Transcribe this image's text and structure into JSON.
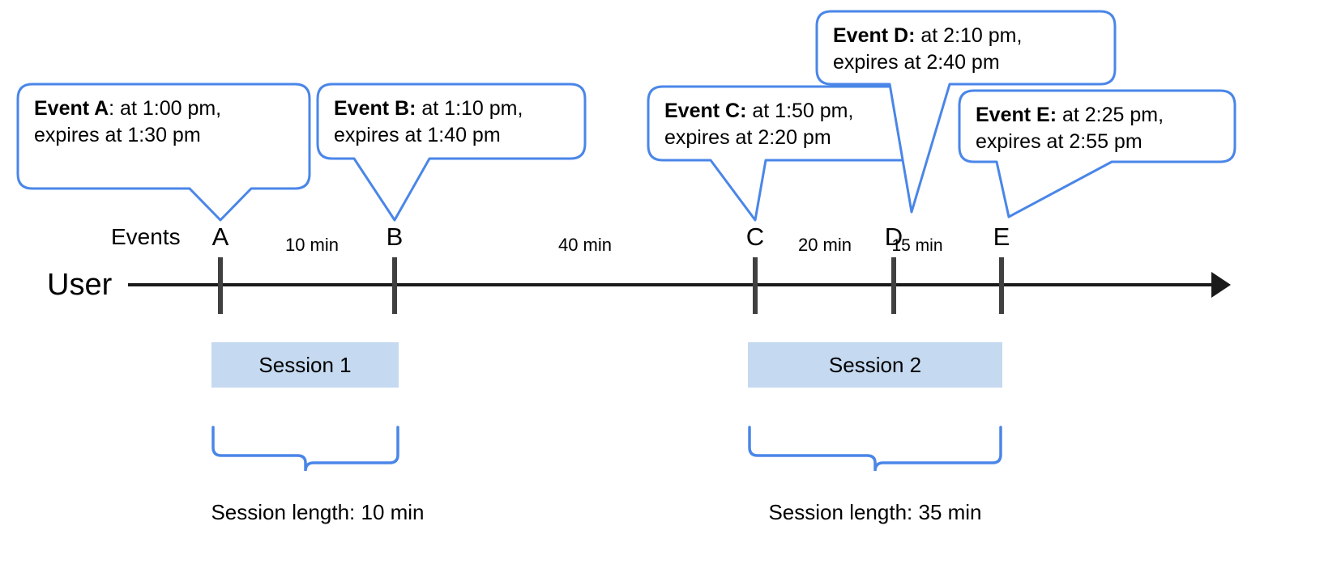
{
  "diagram": {
    "row_labels": {
      "events": "Events",
      "user": "User"
    },
    "events": [
      {
        "id": "A",
        "marker": "A",
        "name": "Event A",
        "separator": ":",
        "separator_bold": false,
        "line1": " at 1:00 pm,",
        "line2": "expires at 1:30 pm",
        "at_time": "1:00 pm",
        "expires_time": "1:30 pm"
      },
      {
        "id": "B",
        "marker": "B",
        "name": "Event B",
        "separator": ":",
        "separator_bold": true,
        "line1": " at 1:10 pm,",
        "line2": "expires at 1:40 pm",
        "at_time": "1:10 pm",
        "expires_time": "1:40 pm"
      },
      {
        "id": "C",
        "marker": "C",
        "name": "Event C",
        "separator": ":",
        "separator_bold": true,
        "line1": " at 1:50 pm,",
        "line2": "expires at 2:20 pm",
        "at_time": "1:50 pm",
        "expires_time": "2:20 pm"
      },
      {
        "id": "D",
        "marker": "D",
        "name": "Event D",
        "separator": ":",
        "separator_bold": true,
        "line1": " at 2:10 pm,",
        "line2": "expires at 2:40 pm",
        "at_time": "2:10 pm",
        "expires_time": "2:40 pm"
      },
      {
        "id": "E",
        "marker": "E",
        "name": "Event E",
        "separator": ":",
        "separator_bold": true,
        "line1": " at 2:25 pm,",
        "line2": "expires at 2:55 pm",
        "at_time": "2:25 pm",
        "expires_time": "2:55 pm"
      }
    ],
    "intervals": [
      {
        "from": "A",
        "to": "B",
        "label": "10 min"
      },
      {
        "from": "B",
        "to": "C",
        "label": "40 min"
      },
      {
        "from": "C",
        "to": "D",
        "label": "20 min"
      },
      {
        "from": "D",
        "to": "E",
        "label": "15 min"
      }
    ],
    "sessions": [
      {
        "label": "Session 1",
        "length_label": "Session length: 10 min",
        "length": "10 min"
      },
      {
        "label": "Session 2",
        "length_label": "Session length: 35 min",
        "length": "35 min"
      }
    ],
    "colors": {
      "callout_border": "#4a86e8",
      "session_fill": "#c5d9f1",
      "brace": "#4a86e8",
      "axis": "#1a1a1a",
      "marker": "#404040",
      "text": "#000000"
    }
  }
}
